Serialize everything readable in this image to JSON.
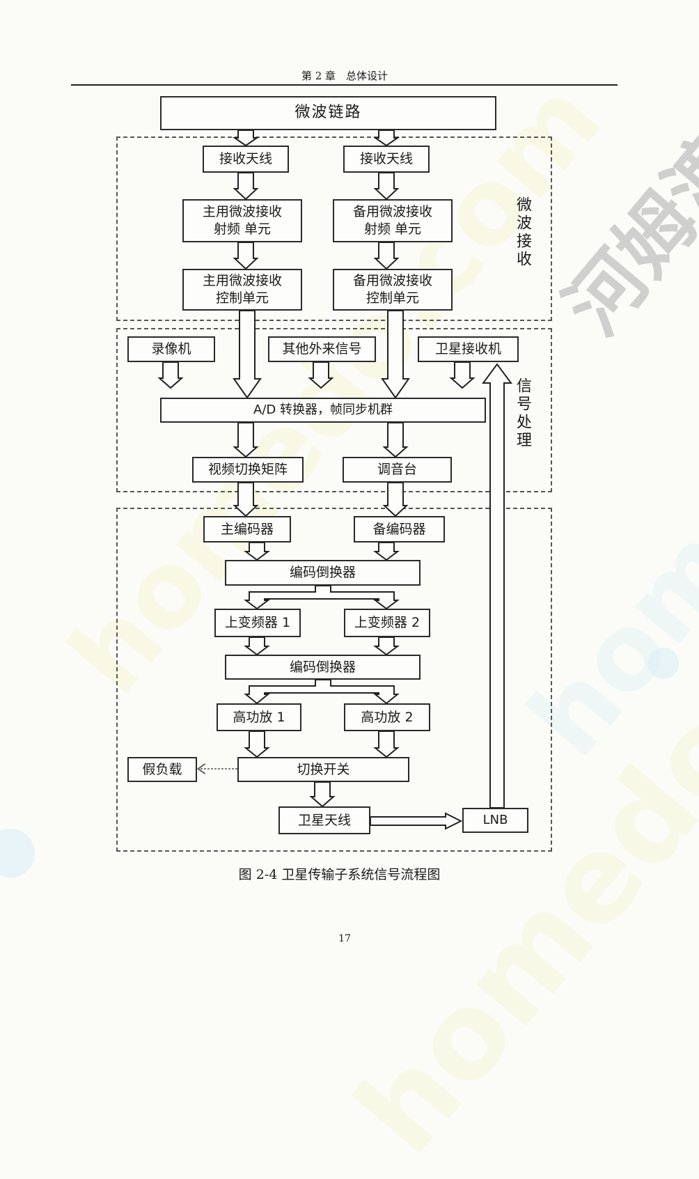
{
  "header": {
    "title": "第 2 章　总体设计"
  },
  "watermarks": [
    "homedo.com",
    "homedo.com",
    "homedo.com",
    "河姆渡"
  ],
  "labels": {
    "microwave_receive": "微波接收",
    "signal_processing": "信号处理"
  },
  "nodes": {
    "microwave_link": "微波链路",
    "recv_antenna_1": "接收天线",
    "recv_antenna_2": "接收天线",
    "main_rf_1": "主用微波接收",
    "main_rf_2": "射频 单元",
    "backup_rf_1": "备用微波接收",
    "backup_rf_2": "射频 单元",
    "main_ctrl_1": "主用微波接收",
    "main_ctrl_2": "控制单元",
    "backup_ctrl_1": "备用微波接收",
    "backup_ctrl_2": "控制单元",
    "vcr": "录像机",
    "other_signal": "其他外来信号",
    "sat_receiver": "卫星接收机",
    "ad_converter": "A/D 转换器，帧同步机群",
    "video_matrix": "视频切换矩阵",
    "mixer": "调音台",
    "main_encoder": "主编码器",
    "backup_encoder": "备编码器",
    "encoder_switch_1": "编码倒换器",
    "upconverter_1": "上变频器 1",
    "upconverter_2": "上变频器 2",
    "encoder_switch_2": "编码倒换器",
    "hpa_1": "高功放 1",
    "hpa_2": "高功放 2",
    "dummy_load": "假负载",
    "switch": "切换开关",
    "sat_antenna": "卫星天线",
    "lnb": "LNB"
  },
  "caption": "图 2-4  卫星传输子系统信号流程图",
  "page_number": "17"
}
